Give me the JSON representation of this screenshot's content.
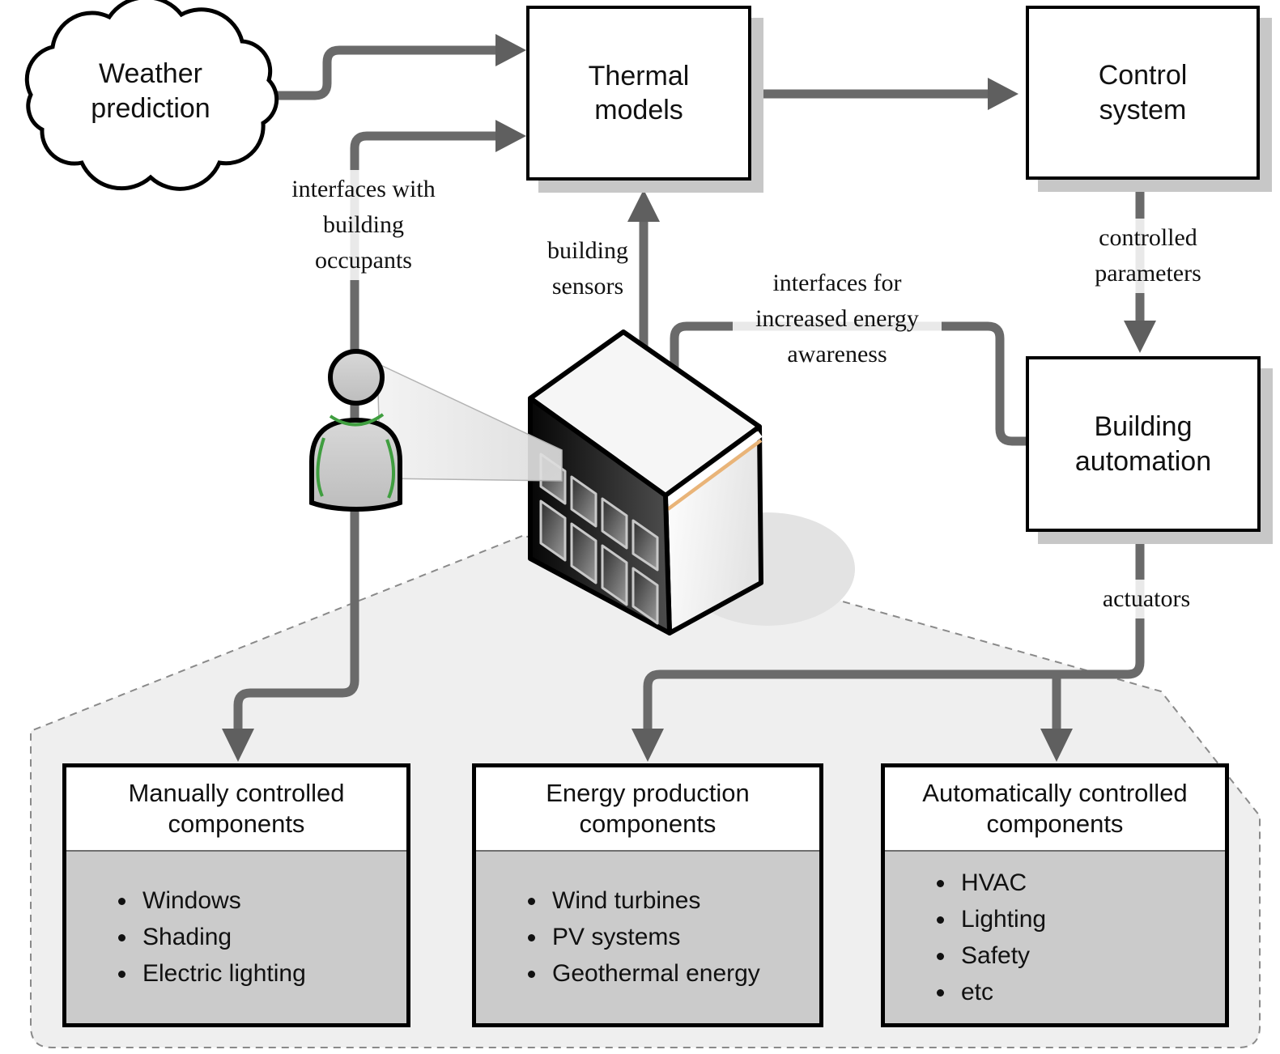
{
  "nodes": {
    "weather": {
      "label": "Weather prediction"
    },
    "thermal": {
      "label": "Thermal models"
    },
    "control": {
      "label": "Control system"
    },
    "automation": {
      "label": "Building automation"
    }
  },
  "edge_labels": {
    "occupants": "interfaces with building occupants",
    "sensors": "building sensors",
    "awareness": "interfaces for increased energy awareness",
    "parameters": "controlled parameters",
    "actuators": "actuators"
  },
  "component_boxes": [
    {
      "title": "Manually controlled components",
      "items": [
        "Windows",
        "Shading",
        "Electric lighting"
      ]
    },
    {
      "title": "Energy production components",
      "items": [
        "Wind turbines",
        "PV systems",
        "Geothermal energy"
      ]
    },
    {
      "title": "Automatically controlled components",
      "items": [
        "HVAC",
        "Lighting",
        "Safety",
        "etc"
      ]
    }
  ],
  "icons": {
    "cloud": "weather-cloud-shape",
    "building": "building-icon",
    "person": "person-icon",
    "cone": "view-cone"
  },
  "colors": {
    "arrow_gray": "#6a6a6a",
    "arrowhead_gray": "#5f5f5f",
    "box_shadow": "#c7c7c7",
    "region_fill": "#efefef",
    "list_fill": "#cbcbcb",
    "building_orange": "#e9b478",
    "person_green": "#3f9e3f"
  }
}
